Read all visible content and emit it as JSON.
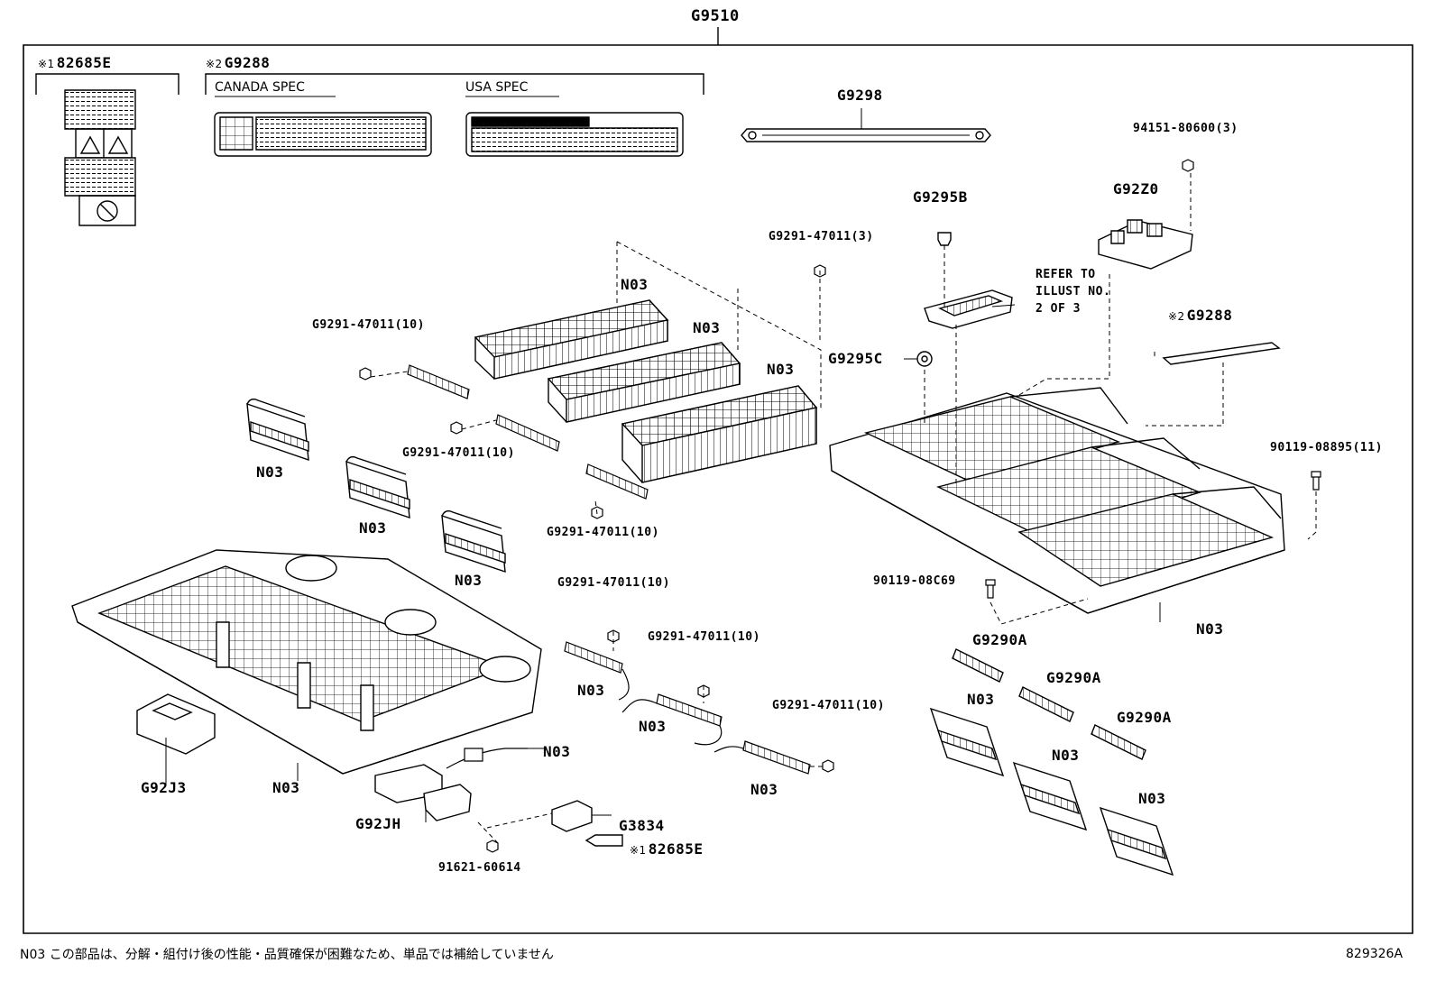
{
  "diagram": {
    "assembly_code": "G9510",
    "labels_section_1": {
      "mark": "※1",
      "code": "82685E"
    },
    "labels_section_2": {
      "mark": "※2",
      "code": "G9288",
      "canada_spec": "CANADA SPEC",
      "usa_spec": "USA SPEC"
    },
    "parts": {
      "g9298": "G9298",
      "p94151": "94151-80600(3)",
      "g92z0": "G92Z0",
      "g9295b": "G9295B",
      "g9291_3": "G9291-47011(3)",
      "refer_note": "REFER TO\nILLUST NO.\n2 OF 3",
      "g9288_mark": "※2",
      "g9288_code": "G9288",
      "g9295c": "G9295C",
      "g9291_10": "G9291-47011(10)",
      "n03": "N03",
      "p90119_11": "90119-08895(11)",
      "p90119_c69": "90119-08C69",
      "g9290a": "G9290A",
      "g92j3": "G92J3",
      "g92jh": "G92JH",
      "g3834": "G3834",
      "p91621": "91621-60614",
      "ref_mark": "※1",
      "ref_code": "82685E"
    },
    "footer_note": "N03 この部品は、分解・組付け後の性能・品質確保が困難なため、単品では補給していません",
    "illustration_id": "829326A"
  }
}
